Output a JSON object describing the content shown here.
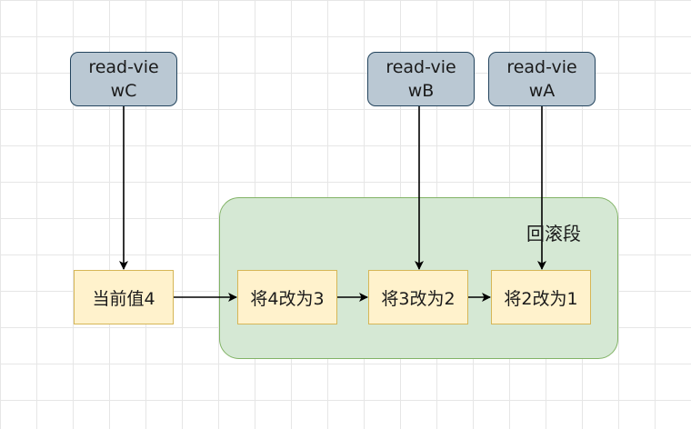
{
  "diagram": {
    "read_views": [
      {
        "id": "read-view-c",
        "label": "read-viewC"
      },
      {
        "id": "read-view-b",
        "label": "read-viewB"
      },
      {
        "id": "read-view-a",
        "label": "read-viewA"
      }
    ],
    "current_value": {
      "label": "当前值4"
    },
    "rollback_segment": {
      "label": "回滚段",
      "entries": [
        {
          "label": "将4改为3"
        },
        {
          "label": "将3改为2"
        },
        {
          "label": "将2改为1"
        }
      ]
    },
    "colors": {
      "read_view_fill": "#bac8d3",
      "read_view_stroke": "#23445d",
      "node_fill": "#fff2cc",
      "node_stroke": "#d6b656",
      "segment_fill": "#d5e8d4",
      "segment_stroke": "#82b366",
      "arrow": "#000000"
    }
  }
}
